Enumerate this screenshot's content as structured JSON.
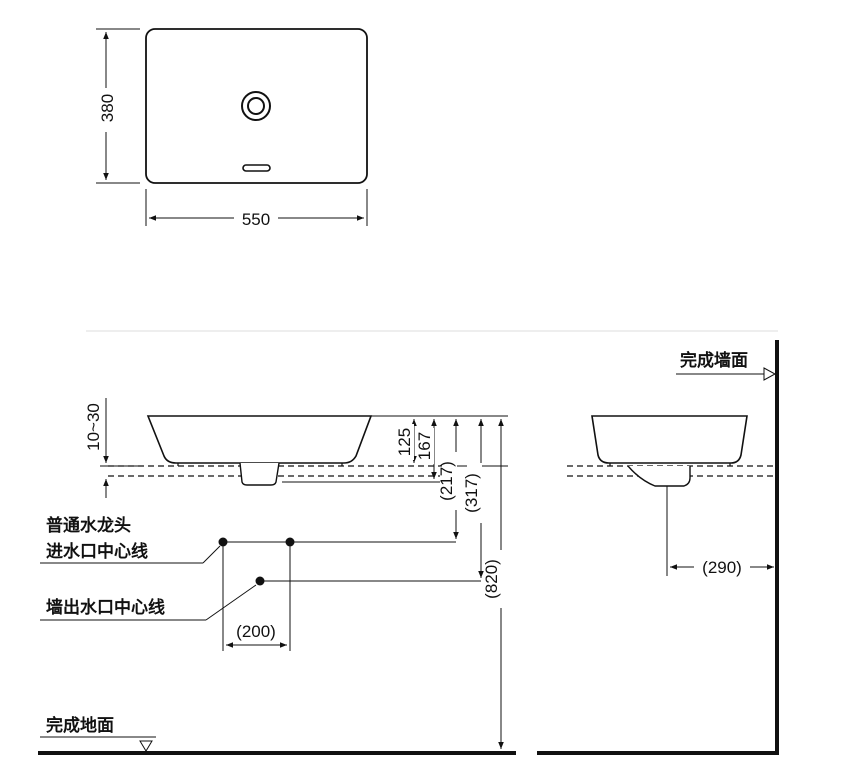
{
  "top_view": {
    "width_label": "550",
    "depth_label": "380"
  },
  "side_view": {
    "rim_adjust": "10~30",
    "basin_height": "125",
    "overall_height": "167",
    "faucet_inlet_height": "(217)",
    "wall_outlet_height": "(317)",
    "counter_height": "(820)",
    "inlet_spacing": "(200)",
    "faucet_inlet_label_line1": "普通水龙头",
    "faucet_inlet_label_line2": "进水口中心线",
    "wall_outlet_label": "墙出水口中心线",
    "floor_label": "完成地面"
  },
  "end_view": {
    "wall_label": "完成墙面",
    "wall_distance": "(290)"
  },
  "colors": {
    "line": "#111111",
    "light_line": "#444444"
  }
}
